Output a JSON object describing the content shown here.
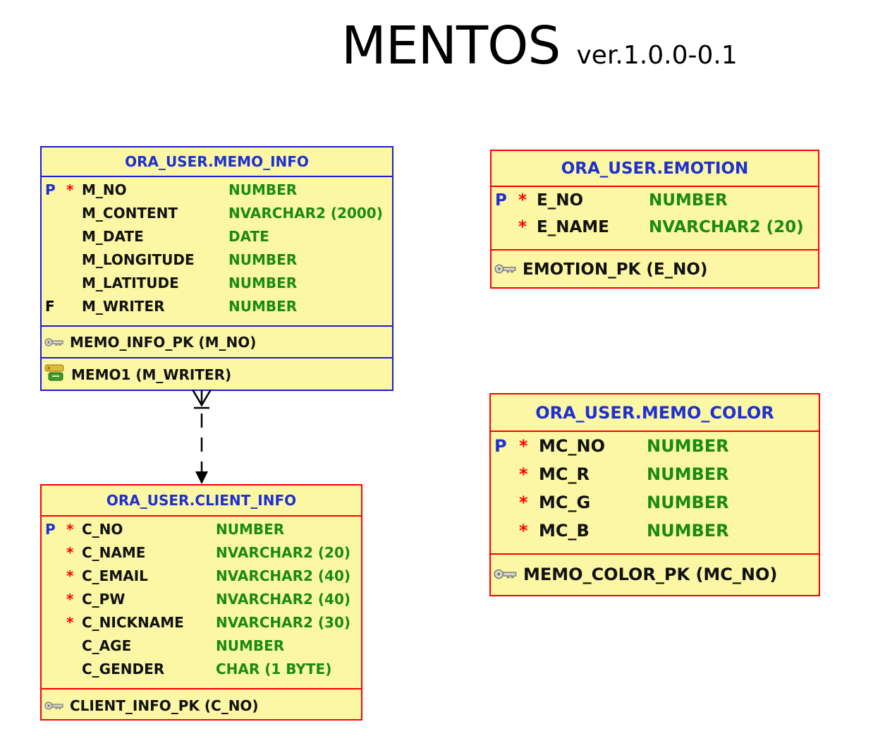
{
  "title": {
    "main": "MENTOS",
    "version": "ver.1.0.0-0.1"
  },
  "tables": {
    "memo_info": {
      "name": "ORA_USER.MEMO_INFO",
      "columns": [
        {
          "flag": "P",
          "required": "*",
          "name": "M_NO",
          "type": "NUMBER"
        },
        {
          "flag": "",
          "required": "",
          "name": "M_CONTENT",
          "type": "NVARCHAR2 (2000)"
        },
        {
          "flag": "",
          "required": "",
          "name": "M_DATE",
          "type": "DATE"
        },
        {
          "flag": "",
          "required": "",
          "name": "M_LONGITUDE",
          "type": "NUMBER"
        },
        {
          "flag": "",
          "required": "",
          "name": "M_LATITUDE",
          "type": "NUMBER"
        },
        {
          "flag": "F",
          "required": "",
          "name": "M_WRITER",
          "type": "NUMBER"
        }
      ],
      "primary_key": "MEMO_INFO_PK (M_NO)",
      "foreign_key": "MEMO1 (M_WRITER)"
    },
    "client_info": {
      "name": "ORA_USER.CLIENT_INFO",
      "columns": [
        {
          "flag": "P",
          "required": "*",
          "name": "C_NO",
          "type": "NUMBER"
        },
        {
          "flag": "",
          "required": "*",
          "name": "C_NAME",
          "type": "NVARCHAR2 (20)"
        },
        {
          "flag": "",
          "required": "*",
          "name": "C_EMAIL",
          "type": "NVARCHAR2 (40)"
        },
        {
          "flag": "",
          "required": "*",
          "name": "C_PW",
          "type": "NVARCHAR2 (40)"
        },
        {
          "flag": "",
          "required": "*",
          "name": "C_NICKNAME",
          "type": "NVARCHAR2 (30)"
        },
        {
          "flag": "",
          "required": "",
          "name": "C_AGE",
          "type": "NUMBER"
        },
        {
          "flag": "",
          "required": "",
          "name": "C_GENDER",
          "type": "CHAR (1 BYTE)"
        }
      ],
      "primary_key": "CLIENT_INFO_PK (C_NO)"
    },
    "emotion": {
      "name": "ORA_USER.EMOTION",
      "columns": [
        {
          "flag": "P",
          "required": "*",
          "name": "E_NO",
          "type": "NUMBER"
        },
        {
          "flag": "",
          "required": "*",
          "name": "E_NAME",
          "type": "NVARCHAR2 (20)"
        }
      ],
      "primary_key": "EMOTION_PK (E_NO)"
    },
    "memo_color": {
      "name": "ORA_USER.MEMO_COLOR",
      "columns": [
        {
          "flag": "P",
          "required": "*",
          "name": "MC_NO",
          "type": "NUMBER"
        },
        {
          "flag": "",
          "required": "*",
          "name": "MC_R",
          "type": "NUMBER"
        },
        {
          "flag": "",
          "required": "*",
          "name": "MC_G",
          "type": "NUMBER"
        },
        {
          "flag": "",
          "required": "*",
          "name": "MC_B",
          "type": "NUMBER"
        }
      ],
      "primary_key": "MEMO_COLOR_PK (MC_NO)"
    }
  },
  "relationship": {
    "from": "memo_info",
    "to": "client_info",
    "style": "dashed",
    "cardinality": "many-to-one"
  },
  "colors": {
    "table_fill": "#fbf7a4",
    "border_red": "#ff0000",
    "border_blue": "#1a1ad6",
    "table_name": "#1f2fd0",
    "data_type": "#1b8a12",
    "required_marker": "#ff0000"
  },
  "icons": {
    "primary_key": "key-icon",
    "foreign_key": "foreign-key-icon"
  }
}
